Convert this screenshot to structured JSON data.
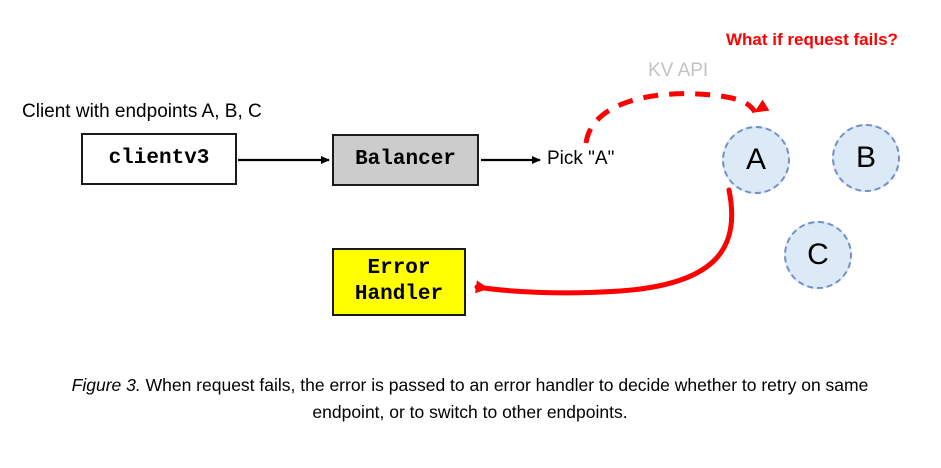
{
  "figure": {
    "labels": {
      "client_endpoints": "Client with endpoints A, B, C",
      "pick_a": "Pick \"A\"",
      "kv_api": "KV API",
      "failure_question": "What if request fails?"
    },
    "boxes": {
      "clientv3": "clientv3",
      "balancer": "Balancer",
      "error_handler_line1": "Error",
      "error_handler_line2": "Handler"
    },
    "endpoints": [
      {
        "id": "A",
        "label": "A"
      },
      {
        "id": "B",
        "label": "B"
      },
      {
        "id": "C",
        "label": "C"
      }
    ],
    "caption": {
      "figure_number": "Figure 3.",
      "text": " When request fails, the error is passed to an error handler to decide whether to retry on same endpoint, or to switch to other endpoints."
    },
    "colors": {
      "balancer_fill": "#cccccc",
      "error_handler_fill": "#ffff00",
      "endpoint_fill": "#dce9f7",
      "endpoint_stroke": "#7190c6",
      "error_flow": "#ff0000",
      "kv_api_text": "#c2c2c2",
      "box_stroke": "#1a1a1a",
      "arrow_stroke": "#000000"
    }
  }
}
